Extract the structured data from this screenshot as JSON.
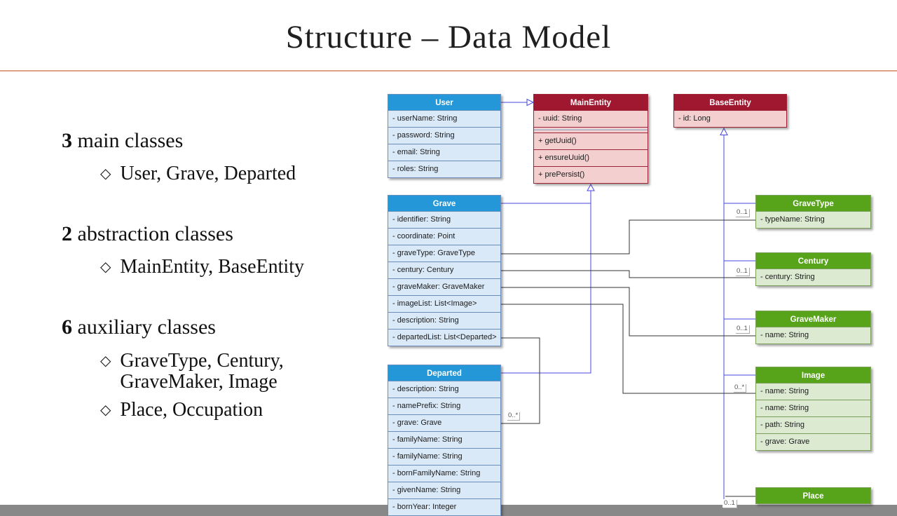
{
  "slide": {
    "title": "Structure – Data Model",
    "bullet_glyph": "◇"
  },
  "bullets": [
    {
      "count": "3",
      "label": "main classes",
      "items": [
        {
          "lines": [
            "User, Grave, Departed"
          ]
        }
      ]
    },
    {
      "count": "2",
      "label": "abstraction classes",
      "items": [
        {
          "lines": [
            "MainEntity, BaseEntity"
          ]
        }
      ]
    },
    {
      "count": "6",
      "label": "auxiliary classes",
      "items": [
        {
          "lines": [
            "GraveType, Century,",
            "GraveMaker, Image"
          ]
        },
        {
          "lines": [
            "Place, Occupation"
          ]
        }
      ]
    }
  ],
  "diagram": {
    "classes": [
      {
        "id": "user",
        "name": "User",
        "theme": "blue",
        "rows": [
          "- userName: String",
          "- password: String",
          "- email: String",
          "- roles: String"
        ]
      },
      {
        "id": "mainentity",
        "name": "MainEntity",
        "theme": "red",
        "rows": [
          "- uuid: String",
          "",
          "+ getUuid()",
          "+ ensureUuid()",
          "+ prePersist()"
        ]
      },
      {
        "id": "baseentity",
        "name": "BaseEntity",
        "theme": "red",
        "rows": [
          "- id: Long"
        ]
      },
      {
        "id": "grave",
        "name": "Grave",
        "theme": "blue",
        "rows": [
          "- identifier: String",
          "- coordinate: Point",
          "- graveType: GraveType",
          "- century: Century",
          "- graveMaker: GraveMaker",
          "- imageList: List<Image>",
          "- description: String",
          "- departedList: List<Departed>"
        ]
      },
      {
        "id": "departed",
        "name": "Departed",
        "theme": "blue",
        "rows": [
          "- description: String",
          "- namePrefix: String",
          "- grave: Grave",
          "- familyName: String",
          "- familyName: String",
          "- bornFamilyName: String",
          "- givenName: String",
          "- bornYear: Integer"
        ]
      },
      {
        "id": "gravetype",
        "name": "GraveType",
        "theme": "green",
        "rows": [
          "- typeName: String"
        ]
      },
      {
        "id": "century",
        "name": "Century",
        "theme": "green",
        "rows": [
          "- century: String"
        ]
      },
      {
        "id": "gravemaker",
        "name": "GraveMaker",
        "theme": "green",
        "rows": [
          "- name: String"
        ]
      },
      {
        "id": "image",
        "name": "Image",
        "theme": "green",
        "rows": [
          "- name: String",
          "- name: String",
          "- path: String",
          "- grave: Grave"
        ]
      },
      {
        "id": "place",
        "name": "Place",
        "theme": "green",
        "rows": []
      }
    ],
    "multiplicity_labels": [
      "0..1",
      "0..1",
      "0..1",
      "0..*",
      "0..*",
      "0..1"
    ]
  },
  "colors": {
    "accent_line": "#dfa088",
    "blue_header": "#2497d8",
    "blue_row": "#dae9f8",
    "blue_border": "#6c8ebf",
    "red_header": "#a01830",
    "red_row": "#f4cfcf",
    "red_border": "#9c2436",
    "green_header": "#57a41b",
    "green_row": "#dcead2",
    "green_border": "#7ba05a",
    "inheritance_line": "#4747e2",
    "association_line": "#333333"
  }
}
